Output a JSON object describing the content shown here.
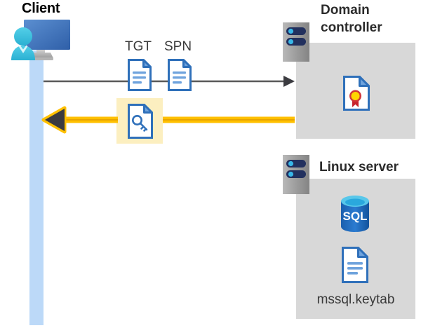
{
  "diagram": {
    "type": "sequence-flow",
    "title_client": "Client",
    "title_domain_controller": "Domain controller",
    "title_linux_server": "Linux server",
    "label_tgt": "TGT",
    "label_spn": "SPN",
    "label_keytab": "mssql.keytab",
    "label_sql": "SQL"
  },
  "icons": {
    "client": "client-workstation-icon",
    "server_dc": "server-rack-icon",
    "server_linux": "server-rack-icon",
    "doc_tgt": "document-icon",
    "doc_spn": "document-icon",
    "doc_key": "key-document-icon",
    "doc_certificate": "certificate-document-icon",
    "doc_keytab": "document-icon",
    "database_sql": "sql-database-icon"
  },
  "flows": [
    {
      "name": "request-flow",
      "direction": "client-to-domain-controller",
      "color": "#595959",
      "style": "thin-line-with-arrowhead",
      "payload": [
        "TGT",
        "SPN"
      ]
    },
    {
      "name": "response-flow",
      "direction": "domain-controller-to-client",
      "color": "#ffc000",
      "style": "thick-line-with-arrowhead",
      "payload": [
        "service ticket"
      ]
    }
  ],
  "colors": {
    "lifeline": "#bcd9f8",
    "zone_fill": "#d8d8d8",
    "highlight_fill": "#fcefc0",
    "arrow_yellow": "#ffc000",
    "arrow_gray": "#595959",
    "doc_blue": "#3d7cc9",
    "doc_blue_light": "#7aa9dd",
    "monitor_blue": "#3c6fb5",
    "person_cyan": "#3fc0e0",
    "sql_blue": "#1f6ec2",
    "cert_red": "#d13438",
    "cert_yellow": "#ffd400",
    "server_gray": "#9a9a9a",
    "server_badge": "#22305e"
  }
}
